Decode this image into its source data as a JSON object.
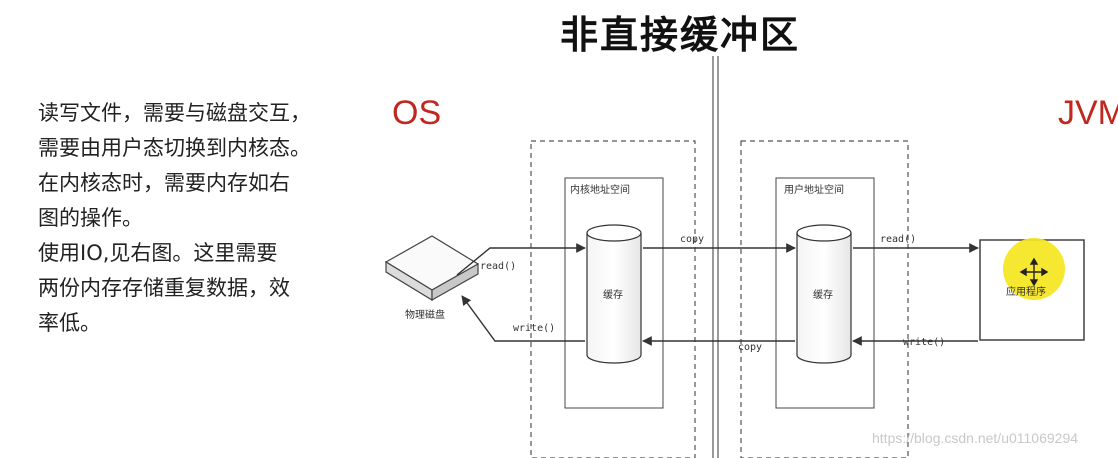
{
  "title": "非直接缓冲区",
  "description": [
    "读写文件，需要与磁盘交互，",
    "需要由用户态切换到内核态。",
    "在内核态时，需要内存如右",
    "图的操作。",
    "使用IO,见右图。这里需要",
    "两份内存存储重复数据，效",
    "率低。"
  ],
  "labels": {
    "os": "OS",
    "jvm": "JVM",
    "kernel_space": "内核地址空间",
    "user_space": "用户地址空间",
    "kernel_cache": "缓存",
    "user_cache": "缓存",
    "disk": "物理磁盘",
    "app": "应用程序",
    "read_left": "read()",
    "write_left": "write()",
    "copy_top": "copy",
    "copy_bottom": "copy",
    "read_right": "read()",
    "write_right": "write()"
  },
  "watermark": "https://blog.csdn.net/u011069294",
  "colors": {
    "accent_red": "#c0271f",
    "highlight_yellow": "#f5e51e"
  }
}
